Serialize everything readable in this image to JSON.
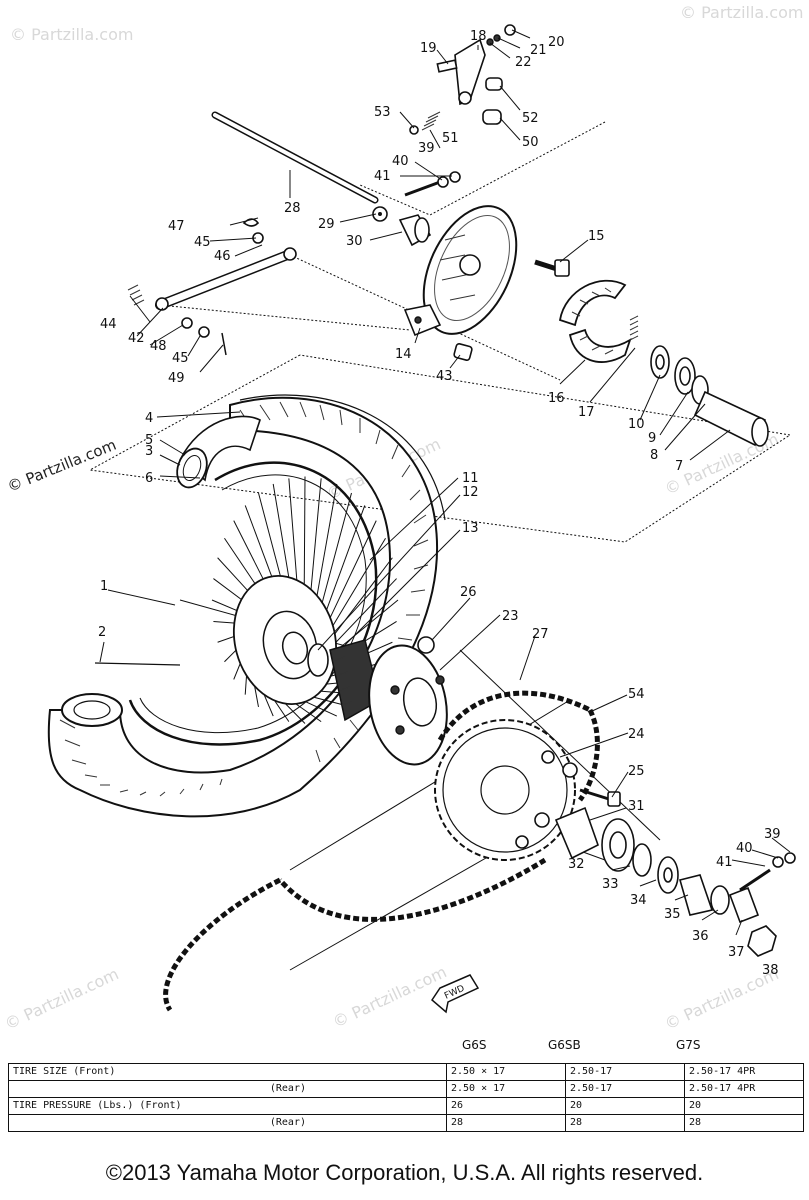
{
  "watermarks": [
    "© Partzilla.com",
    "© Partzilla.com",
    "© Partzilla.com",
    "© Partzilla.com",
    "© Partzilla.com",
    "© Partzilla.com",
    "© Partzilla.com",
    "© Partzilla.com"
  ],
  "fwd_label": "FWD",
  "callouts": [
    {
      "id": "1",
      "label": "1"
    },
    {
      "id": "2",
      "label": "2"
    },
    {
      "id": "3",
      "label": "3"
    },
    {
      "id": "4",
      "label": "4"
    },
    {
      "id": "5",
      "label": "5"
    },
    {
      "id": "6",
      "label": "6"
    },
    {
      "id": "7",
      "label": "7"
    },
    {
      "id": "8",
      "label": "8"
    },
    {
      "id": "9",
      "label": "9"
    },
    {
      "id": "10",
      "label": "10"
    },
    {
      "id": "11",
      "label": "11"
    },
    {
      "id": "12",
      "label": "12"
    },
    {
      "id": "13",
      "label": "13"
    },
    {
      "id": "14",
      "label": "14"
    },
    {
      "id": "15",
      "label": "15"
    },
    {
      "id": "16",
      "label": "16"
    },
    {
      "id": "17",
      "label": "17"
    },
    {
      "id": "18",
      "label": "18"
    },
    {
      "id": "19",
      "label": "19"
    },
    {
      "id": "20",
      "label": "20"
    },
    {
      "id": "21",
      "label": "21"
    },
    {
      "id": "22",
      "label": "22"
    },
    {
      "id": "23",
      "label": "23"
    },
    {
      "id": "24",
      "label": "24"
    },
    {
      "id": "25",
      "label": "25"
    },
    {
      "id": "26",
      "label": "26"
    },
    {
      "id": "27",
      "label": "27"
    },
    {
      "id": "28",
      "label": "28"
    },
    {
      "id": "29",
      "label": "29"
    },
    {
      "id": "30",
      "label": "30"
    },
    {
      "id": "31",
      "label": "31"
    },
    {
      "id": "32",
      "label": "32"
    },
    {
      "id": "33",
      "label": "33"
    },
    {
      "id": "34",
      "label": "34"
    },
    {
      "id": "35",
      "label": "35"
    },
    {
      "id": "36",
      "label": "36"
    },
    {
      "id": "37",
      "label": "37"
    },
    {
      "id": "38",
      "label": "38"
    },
    {
      "id": "39a",
      "label": "39"
    },
    {
      "id": "39b",
      "label": "39"
    },
    {
      "id": "40a",
      "label": "40"
    },
    {
      "id": "40b",
      "label": "40"
    },
    {
      "id": "41a",
      "label": "41"
    },
    {
      "id": "41b",
      "label": "41"
    },
    {
      "id": "42",
      "label": "42"
    },
    {
      "id": "43",
      "label": "43"
    },
    {
      "id": "44",
      "label": "44"
    },
    {
      "id": "45a",
      "label": "45"
    },
    {
      "id": "45b",
      "label": "45"
    },
    {
      "id": "46",
      "label": "46"
    },
    {
      "id": "47",
      "label": "47"
    },
    {
      "id": "48",
      "label": "48"
    },
    {
      "id": "49",
      "label": "49"
    },
    {
      "id": "50",
      "label": "50"
    },
    {
      "id": "51",
      "label": "51"
    },
    {
      "id": "52",
      "label": "52"
    },
    {
      "id": "53",
      "label": "53"
    },
    {
      "id": "54",
      "label": "54"
    }
  ],
  "table": {
    "models": [
      "G6S",
      "G6SB",
      "G7S"
    ],
    "rows": [
      {
        "label": "TIRE SIZE (Front)",
        "sub": "",
        "values": [
          "2.50 × 17",
          "2.50-17",
          "2.50-17  4PR"
        ]
      },
      {
        "label": "",
        "sub": "(Rear)",
        "values": [
          "2.50 × 17",
          "2.50-17",
          "2.50-17  4PR"
        ]
      },
      {
        "label": "TIRE PRESSURE (Lbs.) (Front)",
        "sub": "",
        "values": [
          "26",
          "20",
          "20"
        ]
      },
      {
        "label": "",
        "sub": "(Rear)",
        "values": [
          "28",
          "28",
          "28"
        ]
      }
    ]
  },
  "copyright": "©2013 Yamaha Motor Corporation, U.S.A. All rights reserved."
}
